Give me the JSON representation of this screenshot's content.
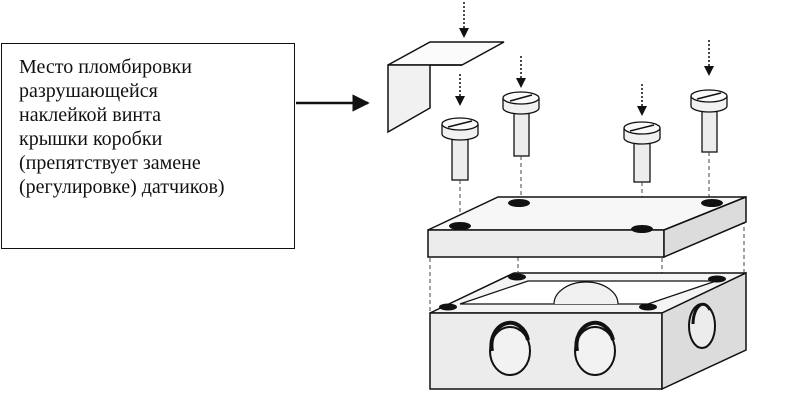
{
  "callout": {
    "lines": [
      "Место пломбировки",
      "разрушающейся",
      "наклейкой винта",
      "крышки коробки",
      "(препятствует замене",
      "(регулировке) датчиков)"
    ]
  },
  "colors": {
    "ink": "#111111",
    "paper": "#ffffff",
    "face_light": "#f7f7f7",
    "face_mid": "#ececec",
    "face_dark": "#dcdcdc"
  },
  "icons": {
    "down_arrow": "down-arrow-icon",
    "pointer_arrow": "right-arrow-icon"
  }
}
